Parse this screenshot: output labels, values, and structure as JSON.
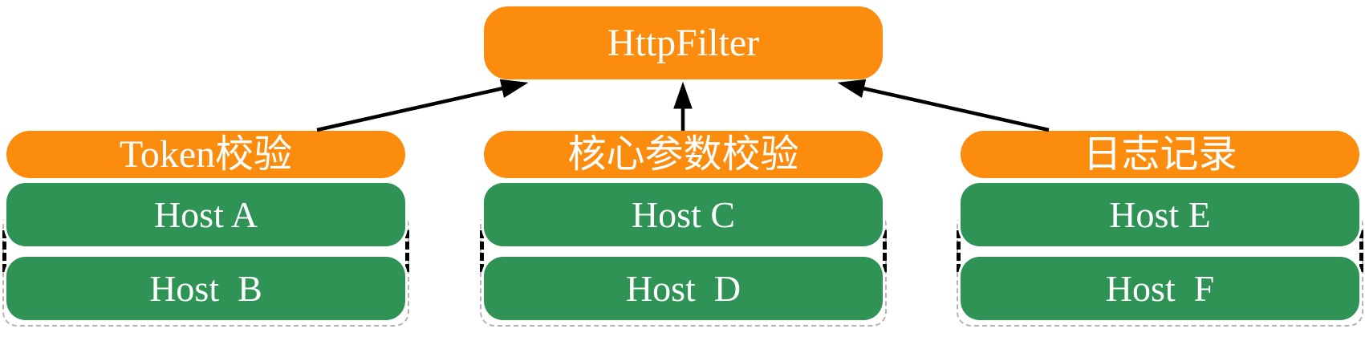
{
  "diagram": {
    "root": {
      "label": "HttpFilter"
    },
    "groups": [
      {
        "title": "Token校验",
        "hosts": [
          "Host A",
          "Host  B"
        ]
      },
      {
        "title": "核心参数校验",
        "hosts": [
          "Host C",
          "Host  D"
        ]
      },
      {
        "title": "日志记录",
        "hosts": [
          "Host E",
          "Host  F"
        ]
      }
    ],
    "colors": {
      "node-orange": "#FB8C0E",
      "node-green": "#2E9355",
      "node-text": "#FFFFFF",
      "arrow-black": "#000000",
      "frame-gray": "#B3B3B3",
      "canvas-bg": "#FFFFFF"
    }
  }
}
